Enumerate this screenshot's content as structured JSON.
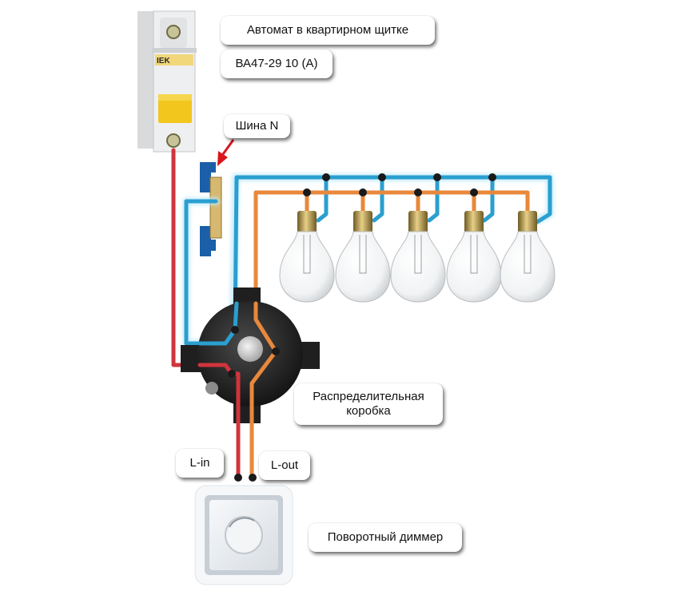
{
  "title": "Схема подключения поворотного диммера",
  "labels": {
    "breaker": "Автомат в квартирном щитке",
    "breaker_model": "ВА47-29 10 (А)",
    "neutral_bus": "Шина N",
    "junction_box": "Распределительная\nкоробка",
    "line_in": "L-in",
    "line_out": "L-out",
    "dimmer": "Поворотный диммер"
  },
  "breaker_brand": "IEK",
  "lamp_count": 5,
  "wire_colors": {
    "phase": "#d0343c",
    "neutral": "#2a9fd0",
    "switched": "#e8883c"
  },
  "component_colors": {
    "breaker_handle": "#f2c61c",
    "bus_holder": "#1a5fa8",
    "bus_bar": "#d7b870",
    "junction_box": "#2a2a2a",
    "arrow": "#d8161c"
  }
}
